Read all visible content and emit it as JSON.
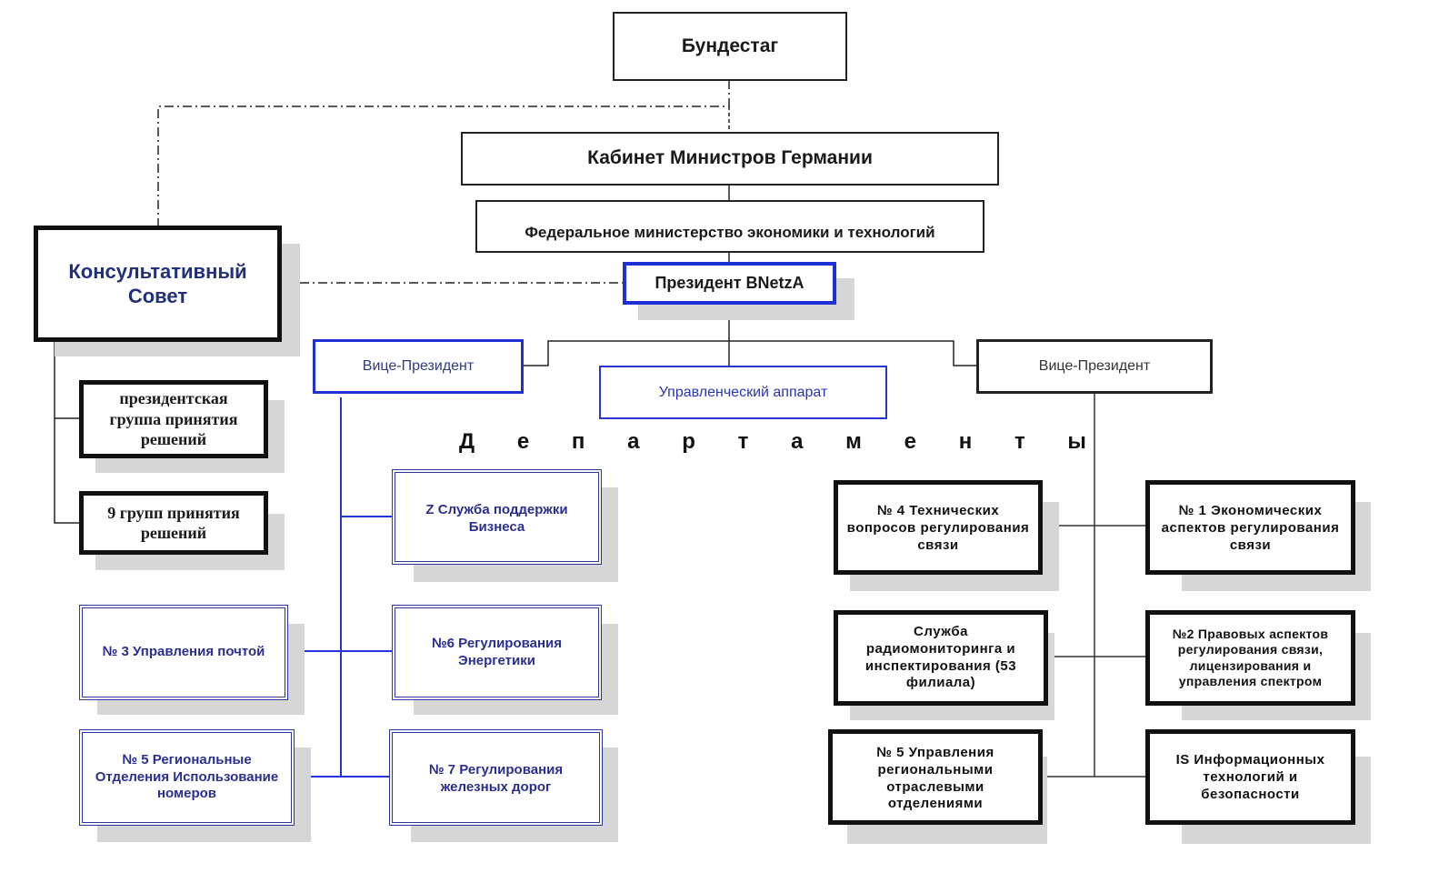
{
  "diagram": {
    "nodes": {
      "bundestag": "Бундестаг",
      "cabinet": "Кабинет Министров Германии",
      "ministry": "Федеральное министерство экономики и технологий",
      "president": "Президент  BNetzA",
      "advisory_council": "Консультативный Совет",
      "presidential_group": "президентская группа принятия решений",
      "nine_groups": "9 групп принятия решений",
      "vp_left": "Вице-Президент",
      "management": "Управленческий аппарат",
      "vp_right": "Вице-Президент",
      "z_service": "Z Служба поддержки Бизнеса",
      "dept_3": "№ 3 Управления почтой",
      "dept_6": "№6 Регулирования Энергетики",
      "dept_5_regional": "№ 5 Региональные Отделения Использование номеров",
      "dept_7": "№ 7 Регулирования железных дорог",
      "dept_4": "№ 4 Технических вопросов регулирования связи",
      "dept_1": "№ 1 Экономических аспектов регулирования связи",
      "radio_service": "Служба радиомониторинга и инспектирования (53 филиала)",
      "dept_2": "№2 Правовых аспектов регулирования связи, лицензирования и управления спектром",
      "dept_5_branches": "№ 5 Управления региональными отраслевыми отделениями",
      "is_dept": "IS Информационных технологий и безопасности"
    },
    "section_label_letters": [
      "Д",
      "е",
      "п",
      "а",
      "р",
      "т",
      "а",
      "м",
      "е",
      "н",
      "т",
      "ы"
    ],
    "colors": {
      "accent_blue": "#1f2fd6",
      "blue_text": "#2a2f8f",
      "line_black": "#222222",
      "shadow": "#d6d6d6"
    }
  }
}
